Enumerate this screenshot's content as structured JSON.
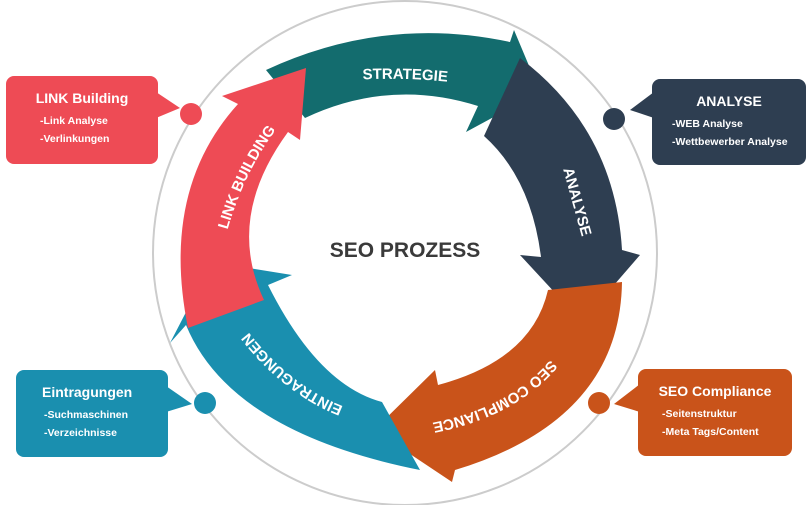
{
  "center_title": "SEO PROZESS",
  "arrows": {
    "strategie": "STRATEGIE",
    "analyse": "ANALYSE",
    "seo_compliance": "SEO COMPLIANCE",
    "eintragungen": "EINTRAGUNGEN",
    "link_building": "LINK BUILDING"
  },
  "callouts": {
    "link": {
      "title": "LINK Building",
      "items": [
        "-Link Analyse",
        "-Verlinkungen"
      ]
    },
    "analyse": {
      "title": "ANALYSE",
      "items": [
        "-WEB Analyse",
        "-Wettbewerber Analyse"
      ]
    },
    "eintrag": {
      "title": "Eintragungen",
      "items": [
        "-Suchmaschinen",
        "-Verzeichnisse"
      ]
    },
    "seo": {
      "title": "SEO Compliance",
      "items": [
        "-Seitenstruktur",
        "-Meta Tags/Content"
      ]
    }
  },
  "colors": {
    "link": "#ee4b55",
    "strategie": "#136c6e",
    "analyse": "#2e3e51",
    "seo": "#c9531a",
    "eintrag": "#1a8faf",
    "ring": "#c8c8c8"
  }
}
